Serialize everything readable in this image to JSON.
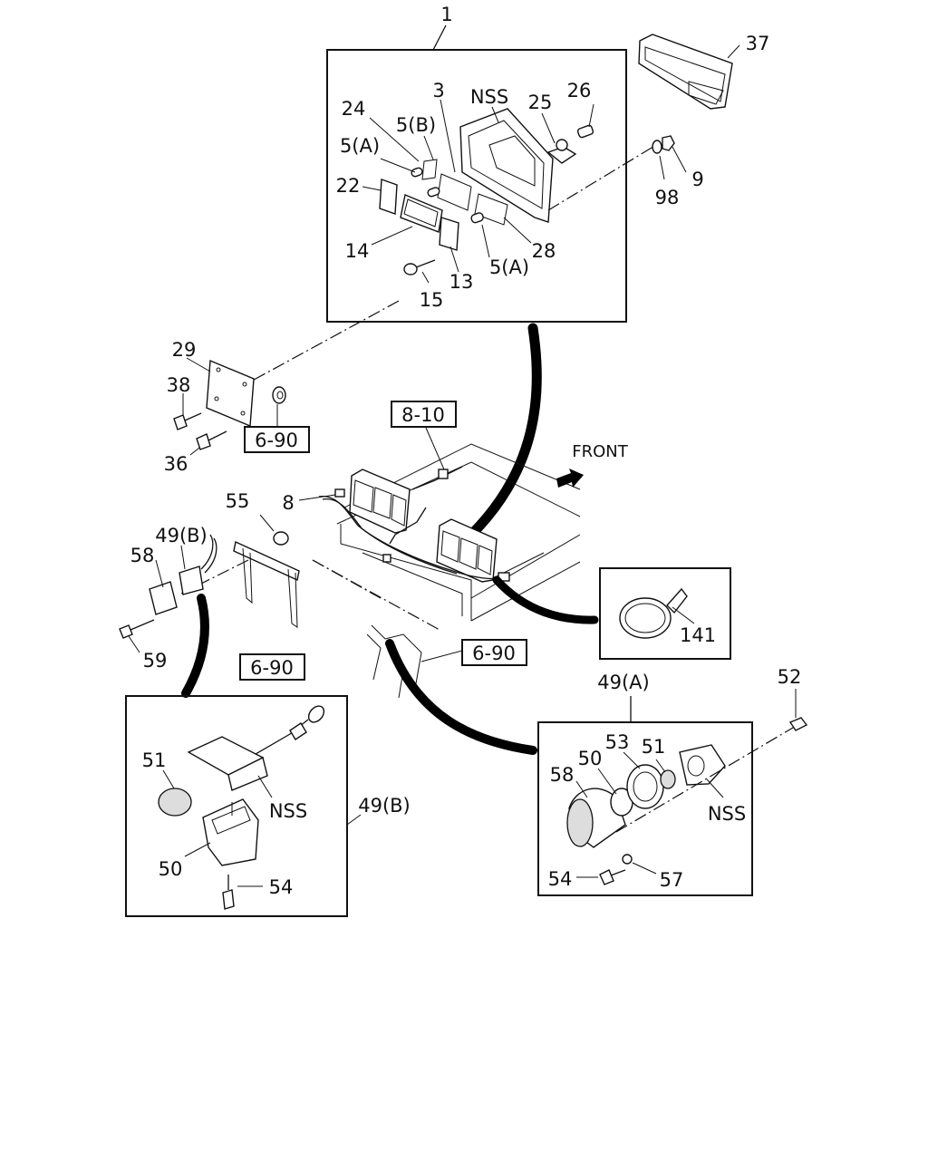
{
  "callouts": {
    "c1": "1",
    "c3": "3",
    "c9": "9",
    "c13": "13",
    "c14": "14",
    "c15": "15",
    "c22": "22",
    "c24": "24",
    "c25": "25",
    "c26": "26",
    "c28": "28",
    "c29": "29",
    "c36": "36",
    "c37": "37",
    "c38": "38",
    "c5a_top": "5(A)",
    "c5b": "5(B)",
    "c5a_bot": "5(A)",
    "c98": "98",
    "nss_top": "NSS",
    "c8": "8",
    "c55": "55",
    "c49b_top": "49(B)",
    "c58_left": "58",
    "c59": "59",
    "c141": "141",
    "c49a": "49(A)",
    "c52": "52",
    "c51_left": "51",
    "nss_left": "NSS",
    "c49b_side": "49(B)",
    "c50_left": "50",
    "c54_left": "54",
    "c58_right": "58",
    "c50_right": "50",
    "c53": "53",
    "c51_right": "51",
    "nss_right": "NSS",
    "c54_right": "54",
    "c57": "57"
  },
  "references": {
    "r690_a": "6-90",
    "r810": "8-10",
    "r690_b": "6-90",
    "r690_c": "6-90"
  },
  "front_label": "FRONT"
}
